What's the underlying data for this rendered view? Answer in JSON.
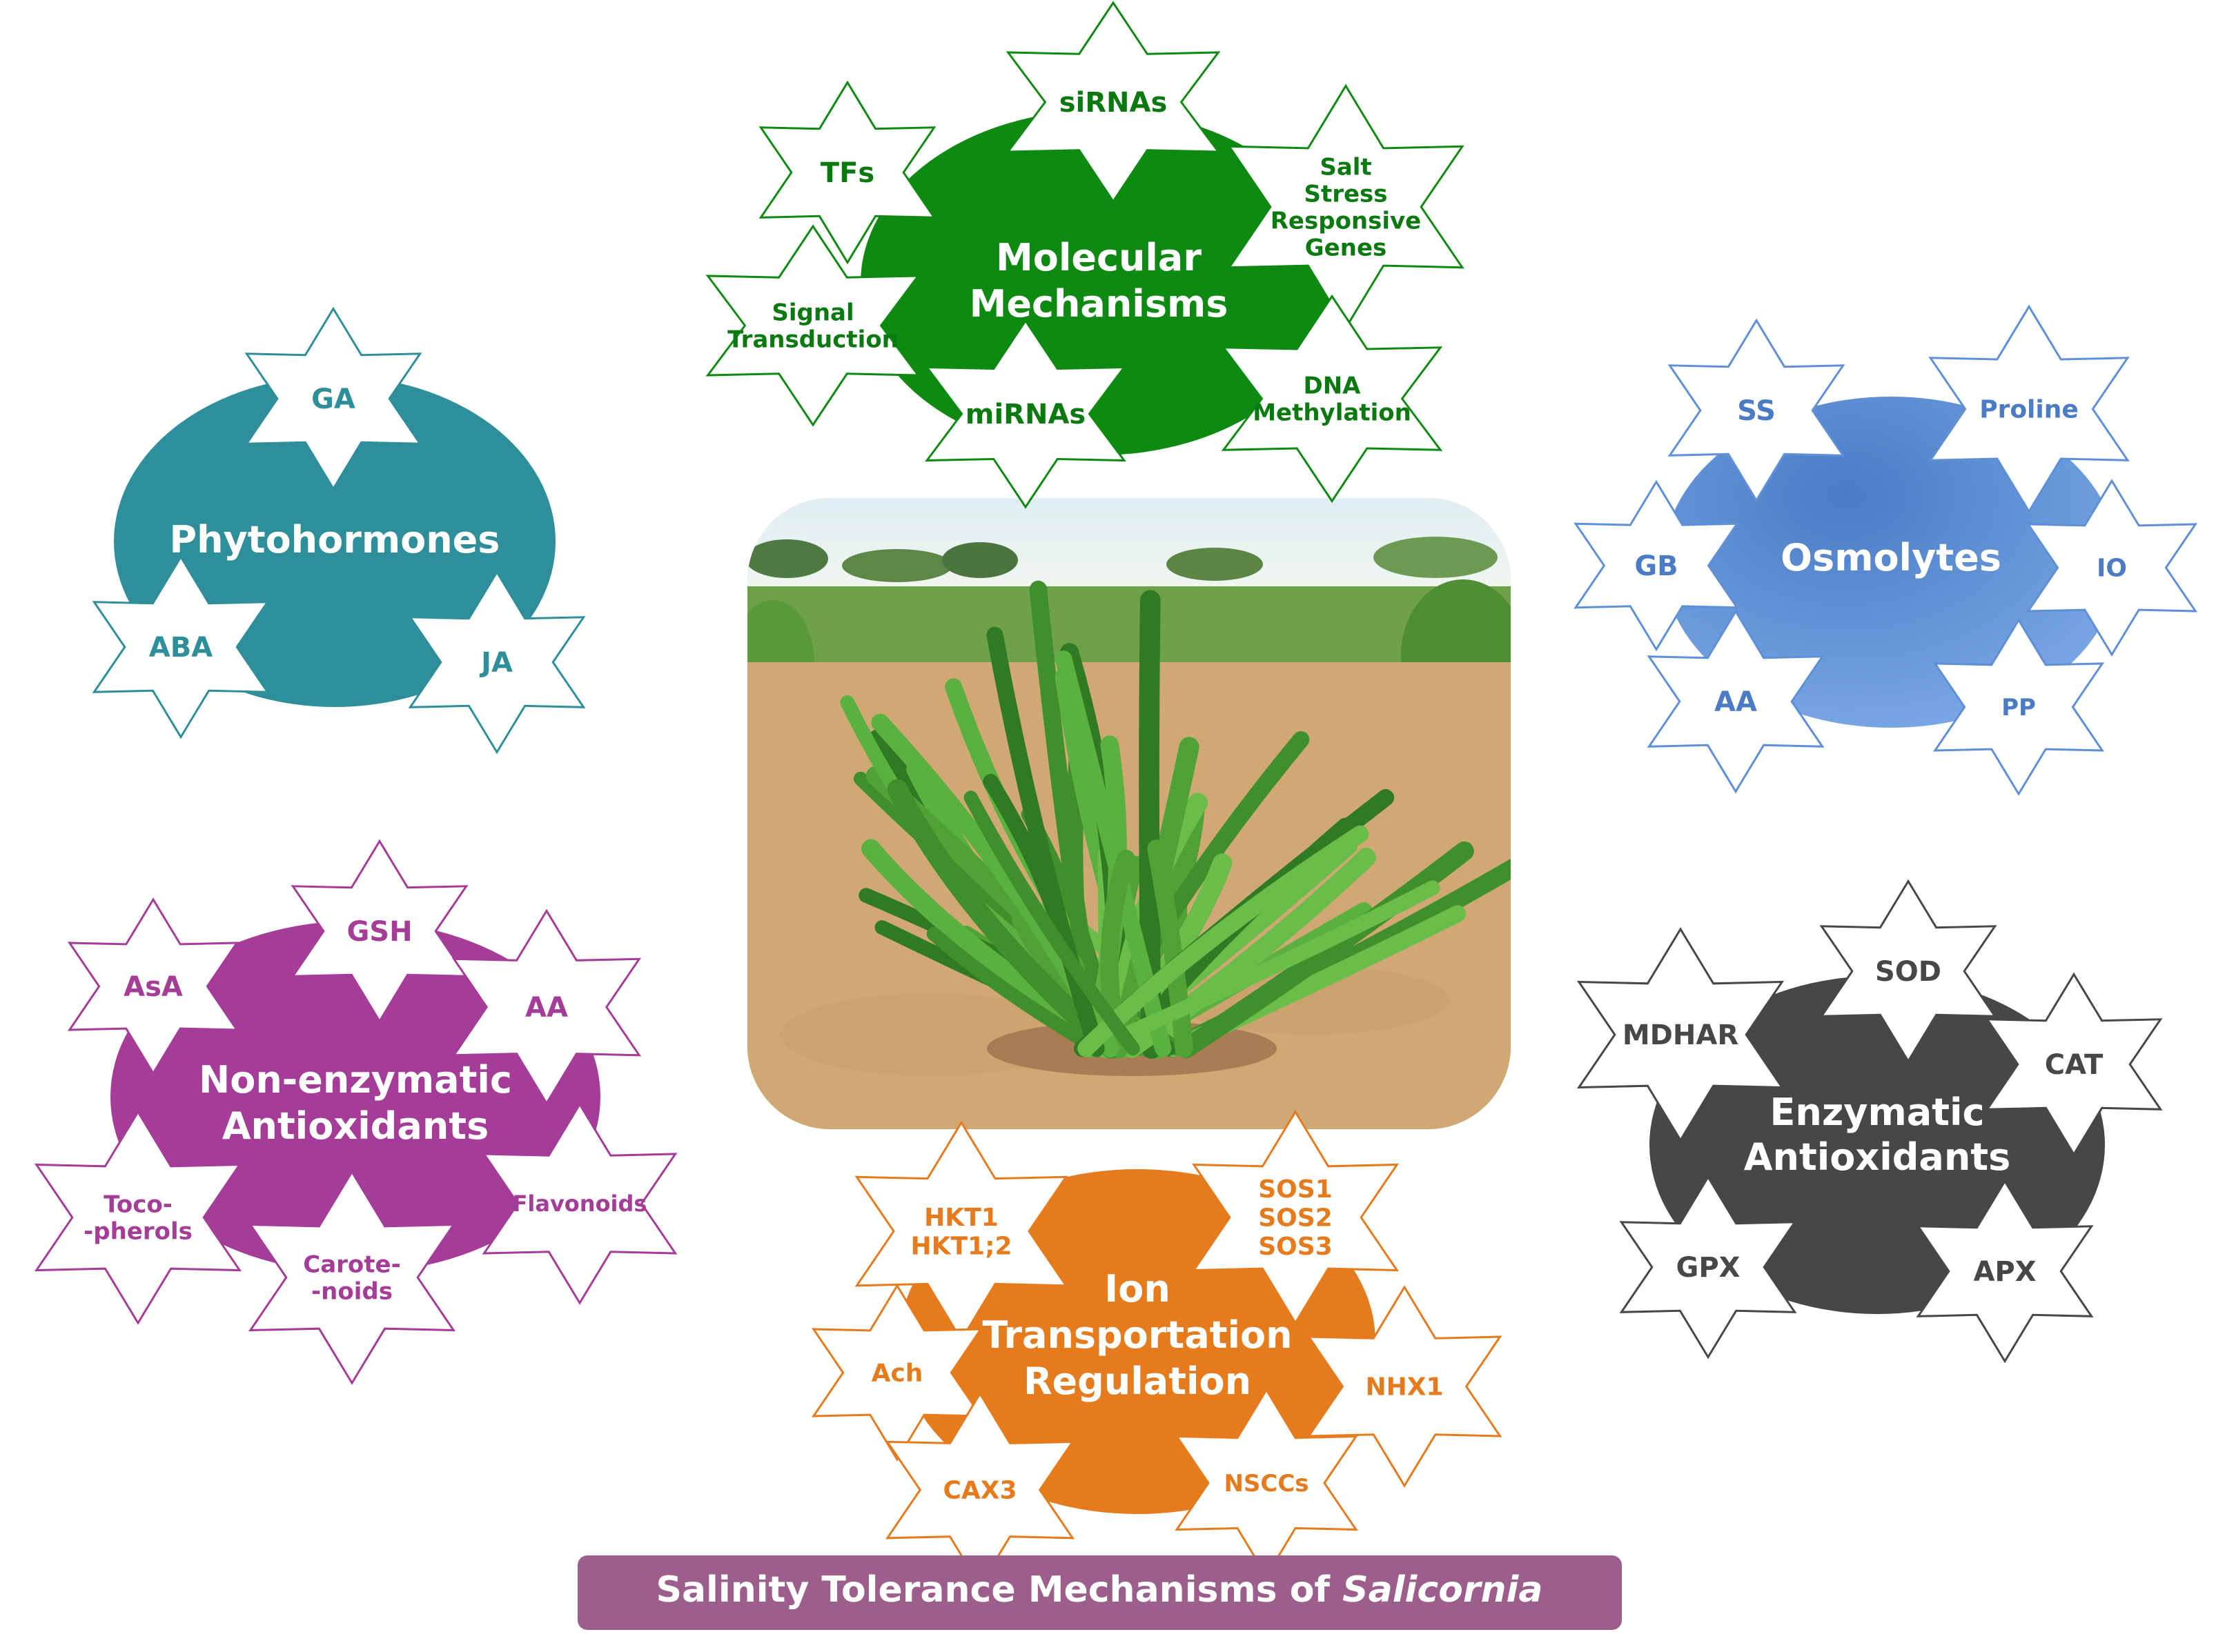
{
  "title": {
    "prefix": "Salinity Tolerance Mechanisms of ",
    "italic": "Salicornia",
    "color": "#9c5f8c"
  },
  "photo": {
    "name": "salicornia-plant-photo"
  },
  "clusters": {
    "molecular": {
      "color": "#0e8a12",
      "label_lines": [
        "Molecular",
        "Mechanisms"
      ],
      "items": [
        {
          "lines": [
            "siRNAs"
          ]
        },
        {
          "lines": [
            "TFs"
          ]
        },
        {
          "lines": [
            "Salt",
            "Stress",
            "Responsive",
            "Genes"
          ]
        },
        {
          "lines": [
            "Signal",
            "Transduction"
          ]
        },
        {
          "lines": [
            "miRNAs"
          ]
        },
        {
          "lines": [
            "DNA",
            "Methylation"
          ]
        }
      ]
    },
    "phytohormones": {
      "color": "#2e8f9a",
      "label_lines": [
        "Phytohormones"
      ],
      "items": [
        {
          "lines": [
            "GA"
          ]
        },
        {
          "lines": [
            "ABA"
          ]
        },
        {
          "lines": [
            "JA"
          ]
        }
      ]
    },
    "osmolytes": {
      "color": "#5f8fd6",
      "label_lines": [
        "Osmolytes"
      ],
      "items": [
        {
          "lines": [
            "SS"
          ]
        },
        {
          "lines": [
            "Proline"
          ]
        },
        {
          "lines": [
            "GB"
          ]
        },
        {
          "lines": [
            "IO"
          ]
        },
        {
          "lines": [
            "AA"
          ]
        },
        {
          "lines": [
            "PP"
          ]
        }
      ]
    },
    "nonenzymatic": {
      "color": "#a43c98",
      "label_lines": [
        "Non-enzymatic",
        "Antioxidants"
      ],
      "items": [
        {
          "lines": [
            "GSH"
          ]
        },
        {
          "lines": [
            "AsA"
          ]
        },
        {
          "lines": [
            "AA"
          ]
        },
        {
          "lines": [
            "Toco-",
            "-pherols"
          ]
        },
        {
          "lines": [
            "Flavonoids"
          ]
        },
        {
          "lines": [
            "Carote-",
            "-noids"
          ]
        }
      ]
    },
    "enzymatic": {
      "color": "#474747",
      "label_lines": [
        "Enzymatic",
        "Antioxidants"
      ],
      "items": [
        {
          "lines": [
            "SOD"
          ]
        },
        {
          "lines": [
            "MDHAR"
          ]
        },
        {
          "lines": [
            "CAT"
          ]
        },
        {
          "lines": [
            "GPX"
          ]
        },
        {
          "lines": [
            "APX"
          ]
        }
      ]
    },
    "ion": {
      "color": "#e57b1c",
      "label_lines": [
        "Ion",
        "Transportation",
        "Regulation"
      ],
      "items": [
        {
          "lines": [
            "HKT1",
            "HKT1;2"
          ]
        },
        {
          "lines": [
            "SOS1",
            "SOS2",
            "SOS3"
          ]
        },
        {
          "lines": [
            "Ach"
          ]
        },
        {
          "lines": [
            "NHX1"
          ]
        },
        {
          "lines": [
            "CAX3"
          ]
        },
        {
          "lines": [
            "NSCCs"
          ]
        }
      ]
    }
  }
}
